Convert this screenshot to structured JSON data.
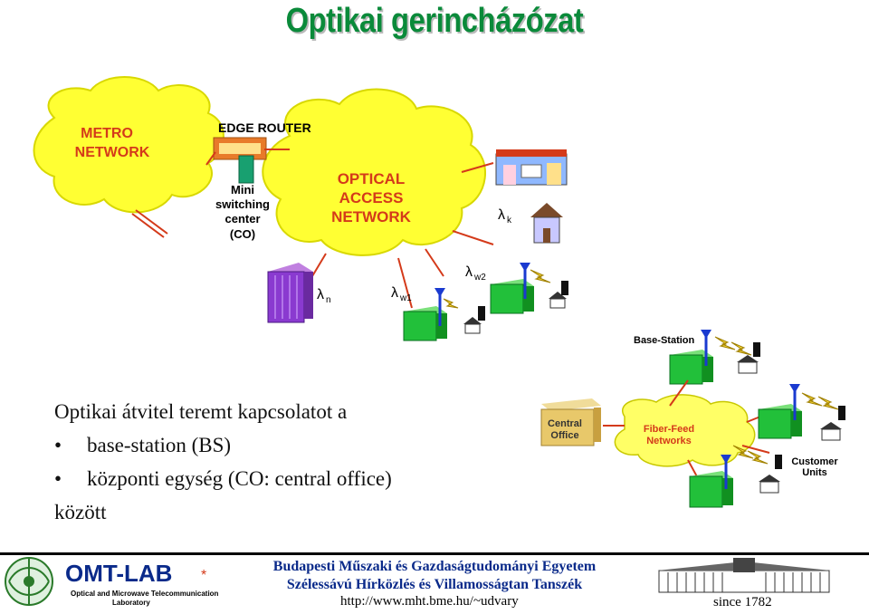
{
  "slide": {
    "title": "Optikai gerincházózat"
  },
  "diagram_top": {
    "metro": "METRO\nNETWORK",
    "metro_l1": "METRO",
    "metro_l2": "NETWORK",
    "edge_router": "EDGE ROUTER",
    "mini_l1": "Mini",
    "mini_l2": "switching",
    "mini_l3": "center",
    "mini_l4": "(CO)",
    "oan_l1": "OPTICAL",
    "oan_l2": "ACCESS",
    "oan_l3": "NETWORK",
    "lambda_k": "λ",
    "lambda_k_sub": "k",
    "lambda_w2": "λ",
    "lambda_w2_sub": "w2",
    "lambda_w1": "λ",
    "lambda_w1_sub": "w1",
    "lambda_n": "λ",
    "lambda_n_sub": "n"
  },
  "diagram_right": {
    "base_station": "Base-Station",
    "co_l1": "Central",
    "co_l2": "Office",
    "ffn_l1": "Fiber-Feed",
    "ffn_l2": "Networks",
    "cu_l1": "Customer",
    "cu_l2": "Units"
  },
  "body": {
    "line1": "Optikai átvitel teremt kapcsolatot a",
    "bullet1": "base-station (BS)",
    "bullet2": "központi egység (CO: central office)",
    "line4": "között",
    "bullet_char": "•"
  },
  "footer": {
    "logo_text": "OMT-LAB",
    "logo_sub1": "Optical and Microwave Telecommunication",
    "logo_sub2": "Laboratory",
    "university": "Budapesti Műszaki és Gazdaságtudományi Egyetem",
    "department": "Szélessávú Hírközlés és Villamosságtan Tanszék",
    "url": "http://www.mht.bme.hu/~udvary",
    "since": "since 1782"
  },
  "colors": {
    "title_green": "#0a8a3a",
    "cloud_yellow": "#ffff33",
    "label_red": "#d43a1a",
    "footer_blue": "#0a2a8a",
    "box_green": "#22c03a",
    "box_tan": "#e8c86a"
  }
}
